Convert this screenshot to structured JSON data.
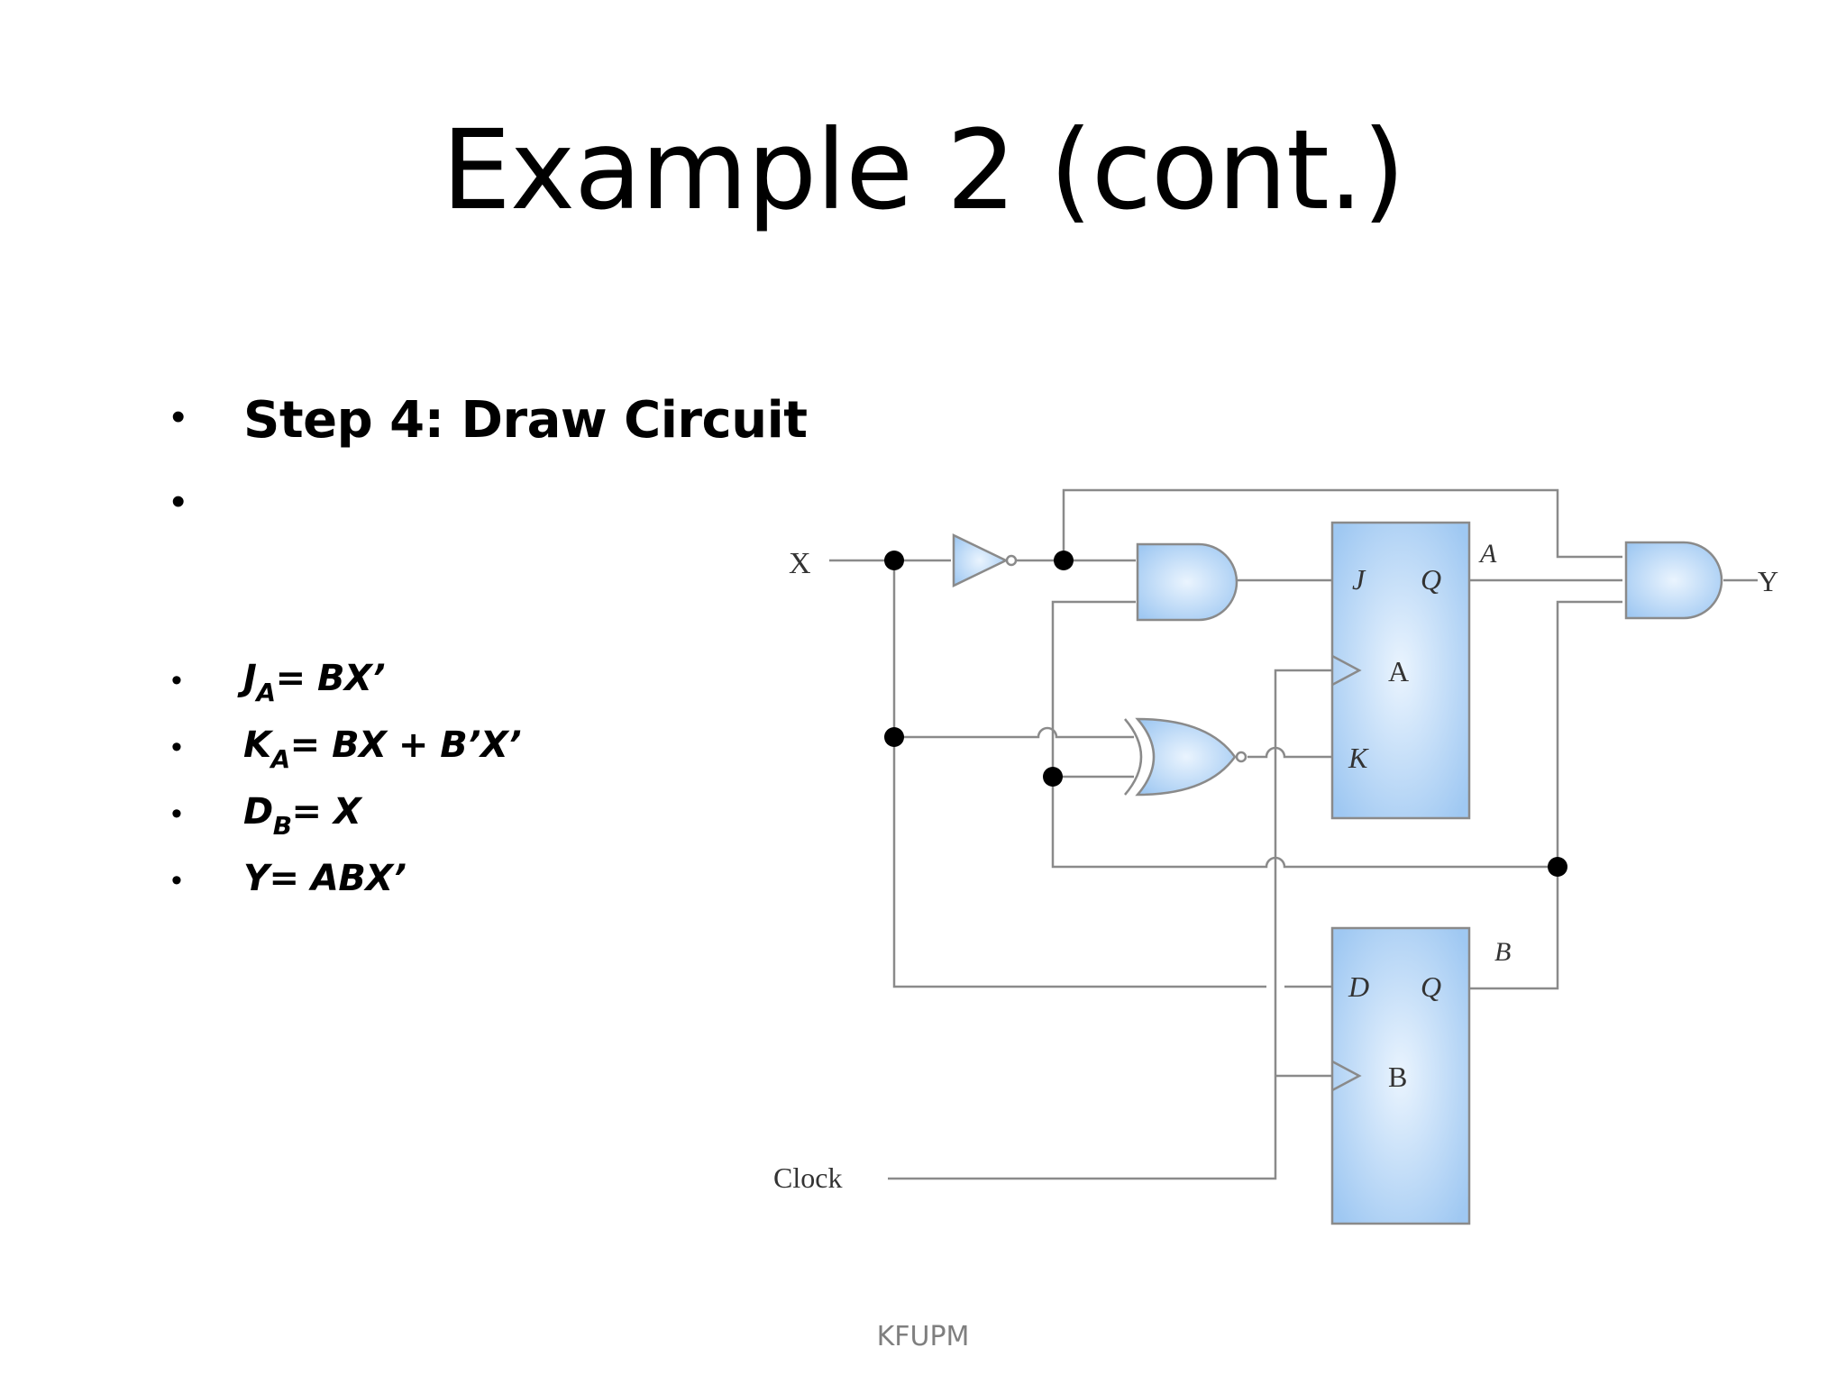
{
  "title": "Example 2 (cont.)",
  "step": "Step 4: Draw Circuit",
  "empty_bullet": "",
  "equations": [
    {
      "lhs": "J",
      "sub": "A",
      "rhs": " = BX’"
    },
    {
      "lhs": "K",
      "sub": "A",
      "rhs": " =  BX + B’X’"
    },
    {
      "lhs": "D",
      "sub": "B",
      "rhs": " = X"
    },
    {
      "lhs": "Y",
      "sub": "",
      "rhs": " = ABX’"
    }
  ],
  "circuit": {
    "input_x": "X",
    "output_y": "Y",
    "clock": "Clock",
    "ff_a": {
      "name": "A",
      "j": "J",
      "k": "K",
      "q": "Q",
      "out": "A"
    },
    "ff_b": {
      "name": "B",
      "d": "D",
      "q": "Q",
      "out": "B"
    }
  },
  "colors": {
    "component_fill": "#a9cff4",
    "component_light": "#e8f3fd",
    "wire": "#8a8a8a"
  },
  "footer": "KFUPM"
}
